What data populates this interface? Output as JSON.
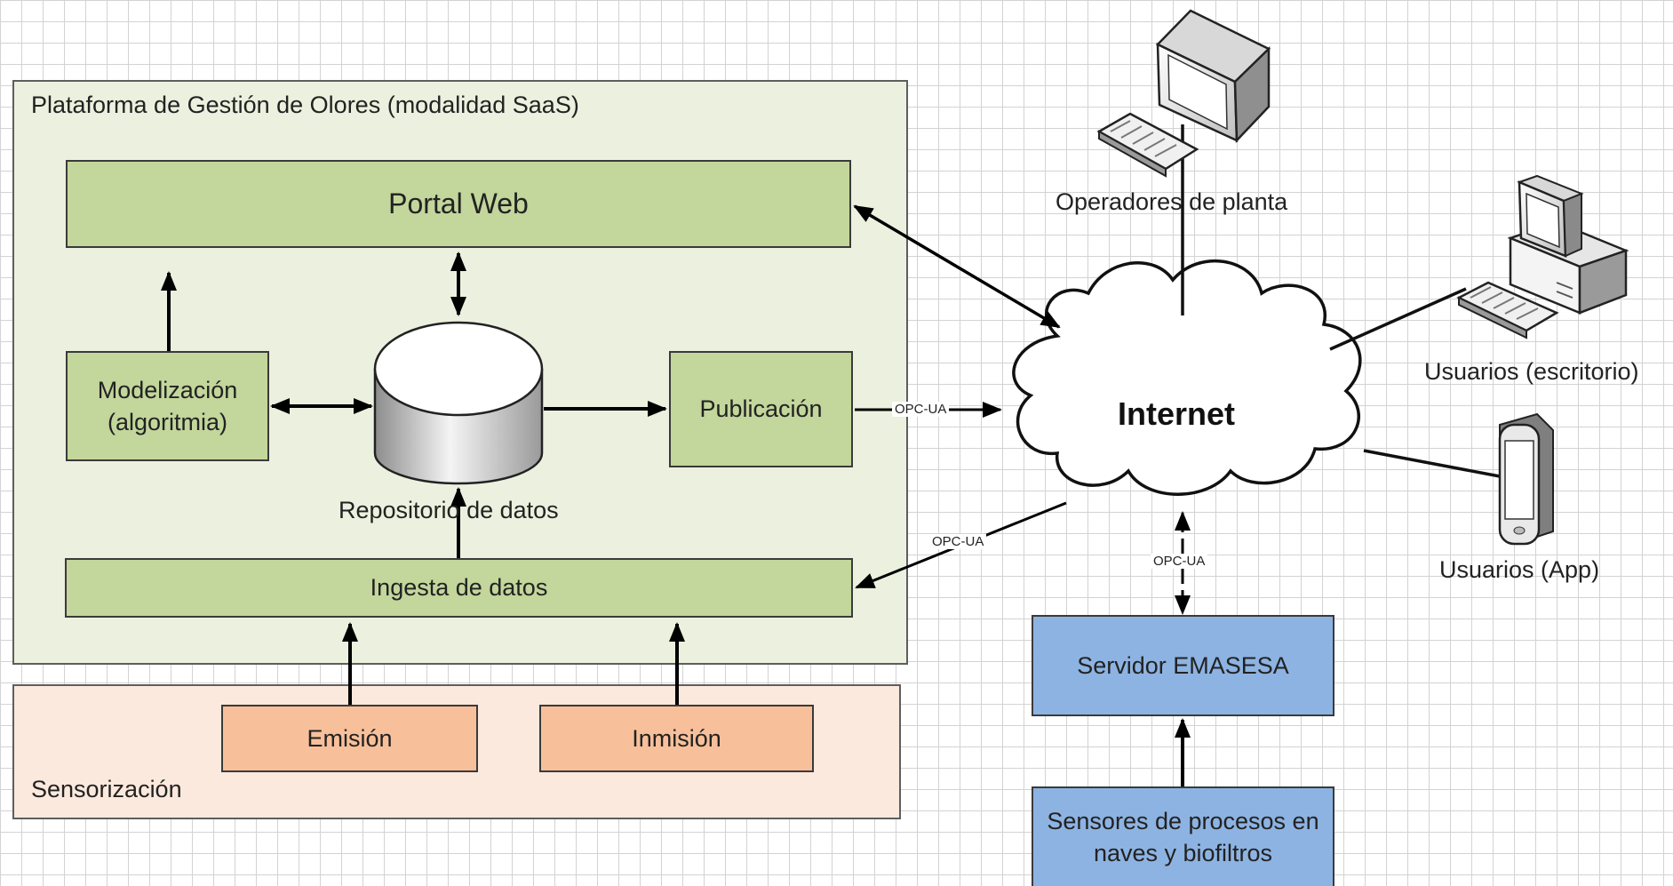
{
  "platform": {
    "title": "Plataforma de Gestión de Olores (modalidad SaaS)",
    "portal_web": "Portal Web",
    "modelizacion_line1": "Modelización",
    "modelizacion_line2": "(algoritmia)",
    "repositorio": "Repositorio de datos",
    "publicacion": "Publicación",
    "ingesta": "Ingesta de datos"
  },
  "sensorizacion": {
    "title": "Sensorización",
    "emision": "Emisión",
    "inmision": "Inmisión"
  },
  "network": {
    "internet": "Internet",
    "protocol_labels": [
      "OPC-UA",
      "OPC-UA",
      "OPC-UA"
    ]
  },
  "users": {
    "operadores": "Operadores de planta",
    "escritorio": "Usuarios (escritorio)",
    "app": "Usuarios (App)"
  },
  "emasesa": {
    "servidor": "Servidor EMASESA",
    "sensores_line1": "Sensores de procesos en",
    "sensores_line2": "naves y biofiltros"
  },
  "colors": {
    "platform_bg": "#ebf1de",
    "component_green": "#c3d69b",
    "sensor_orange": "#f8c09a",
    "sensor_bg": "#fce9dd",
    "emasesa_blue": "#8db3e2",
    "grid": "#d3d3d3"
  },
  "icons": [
    "desktop-computer-icon",
    "keyboard-icon",
    "cloud-icon",
    "database-cylinder-icon",
    "smartphone-icon"
  ]
}
